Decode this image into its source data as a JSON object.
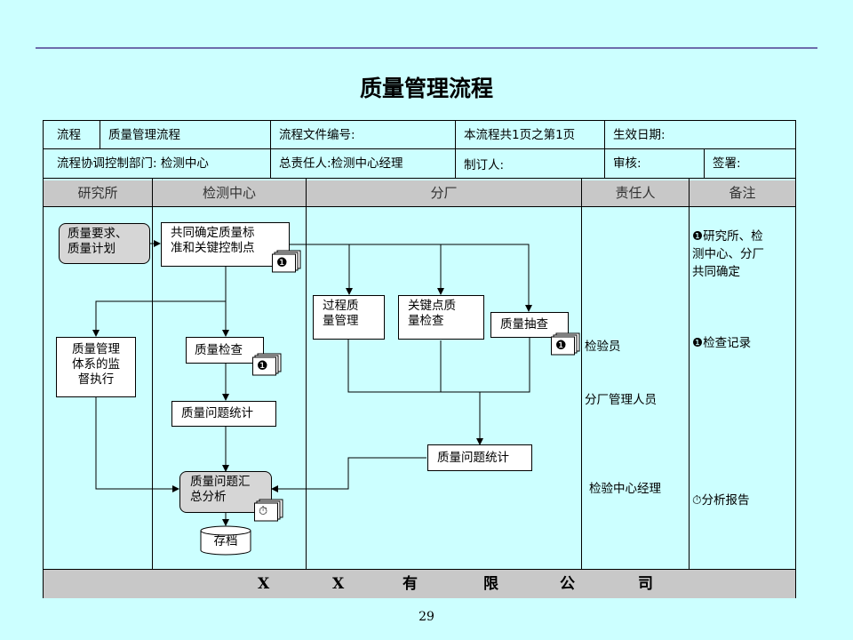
{
  "page": {
    "title": "质量管理流程",
    "page_number": "29"
  },
  "header": {
    "row1": [
      "流程",
      "质量管理流程",
      "流程文件编号:",
      "本流程共1页之第1页",
      "生效日期:"
    ],
    "row2": [
      "流程协调控制部门: 检测中心",
      "总责任人:检测中心经理",
      "制订人:",
      "审核:",
      "签署:"
    ]
  },
  "columns": [
    "研究所",
    "检测中心",
    "分厂",
    "责任人",
    "备注"
  ],
  "nodes": {
    "req": [
      "质量要求、",
      "质量计划"
    ],
    "std": [
      "共同确定质量标",
      "准和关键控制点"
    ],
    "sup": [
      "质量管理",
      "体系的监",
      "督执行"
    ],
    "check": [
      "质量检查"
    ],
    "stat1": [
      "质量问题统计"
    ],
    "summary": [
      "质量问题汇",
      "总分析"
    ],
    "archive": "存档",
    "proc": [
      "过程质",
      "量管理"
    ],
    "key": [
      "关键点质",
      "量检查"
    ],
    "sample": [
      "质量抽查"
    ],
    "stat2": [
      "质量问题统计"
    ]
  },
  "markers": {
    "one": "❶",
    "clock": "⏱"
  },
  "responsible": [
    "检验员",
    "分厂管理人员",
    "检验中心经理"
  ],
  "notes": {
    "n1": [
      "❶研究所、检",
      "测中心、分厂",
      "共同确定"
    ],
    "n2": "❶检查记录",
    "n3": "⏱分析报告"
  },
  "footer": [
    "X",
    "X",
    "有",
    "限",
    "公",
    "司"
  ],
  "colors": {
    "background": "#ccffff",
    "header_band": "#c8c8c8",
    "rule": "#6d6dac",
    "node_fill": "#ffffff",
    "rounded_fill": "#d6d6d6"
  }
}
